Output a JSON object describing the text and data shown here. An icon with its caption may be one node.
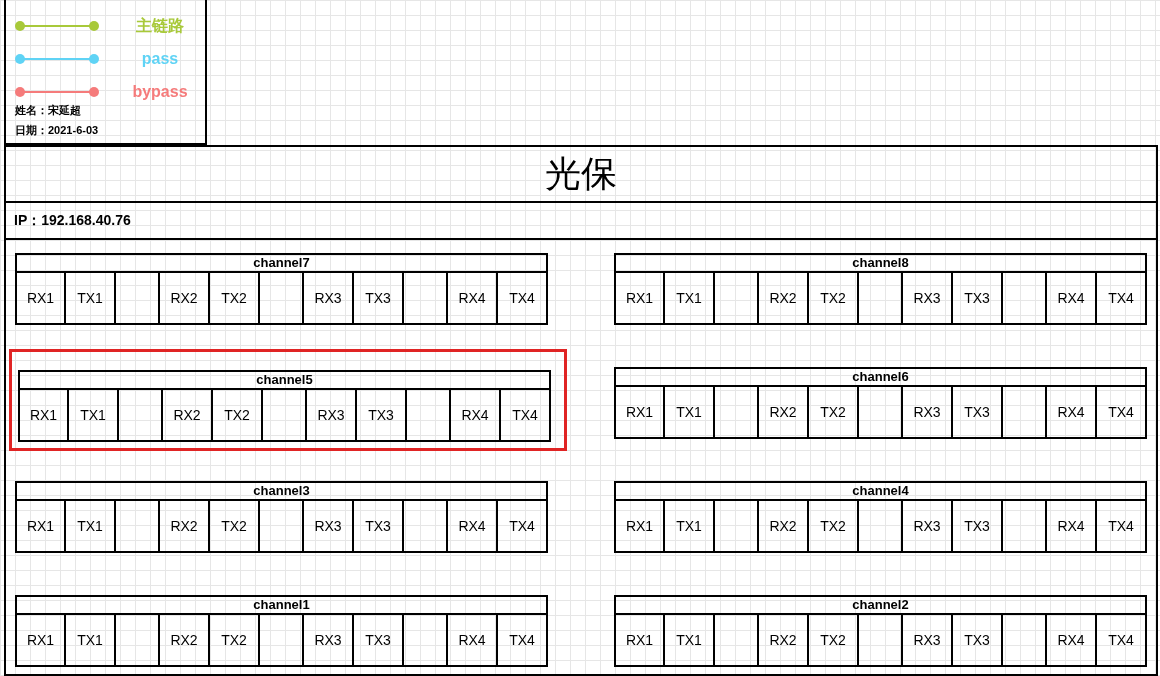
{
  "diagram": {
    "nodes": [
      {
        "text": [
          "光保"
        ]
      },
      {
        "text": [
          "IP：192.168.40.76"
        ]
      },
      {
        "text": [],
        "shape": "box"
      },
      {
        "text": [
          "channel7"
        ]
      },
      {
        "text": [
          "RX1"
        ],
        "in": 3
      },
      {
        "text": [
          "TX1"
        ],
        "in": 3
      },
      {
        "text": [],
        "shape": "box",
        "in": 3
      },
      {
        "text": [
          "RX2"
        ],
        "in": 3
      },
      {
        "text": [
          "TX2"
        ],
        "in": 3
      },
      {
        "text": [],
        "shape": "box",
        "in": 3
      },
      {
        "text": [
          "RX3"
        ],
        "in": 3
      },
      {
        "text": [
          "TX3"
        ],
        "in": 3
      },
      {
        "text": [],
        "shape": "box",
        "in": 3
      },
      {
        "text": [
          "RX4"
        ],
        "in": 3
      },
      {
        "text": [
          "TX4"
        ],
        "in": 3
      },
      {
        "text": [
          "channel8"
        ]
      },
      {
        "text": [
          "RX1"
        ],
        "in": 15
      },
      {
        "text": [
          "TX1"
        ],
        "in": 15
      },
      {
        "text": [],
        "shape": "box",
        "in": 15
      },
      {
        "text": [
          "RX2"
        ],
        "in": 15
      },
      {
        "text": [
          "TX2"
        ],
        "in": 15
      },
      {
        "text": [],
        "shape": "box",
        "in": 15
      },
      {
        "text": [
          "RX3"
        ],
        "in": 15
      },
      {
        "text": [
          "TX3"
        ],
        "in": 15
      },
      {
        "text": [],
        "shape": "box",
        "in": 15
      },
      {
        "text": [
          "RX4"
        ],
        "in": 15
      },
      {
        "text": [
          "TX4"
        ],
        "in": 15
      },
      {
        "text": [
          "channel5"
        ],
        "in": 2
      },
      {
        "text": [
          "RX1"
        ],
        "in": 27
      },
      {
        "text": [
          "TX1"
        ],
        "in": 27
      },
      {
        "text": [],
        "shape": "box",
        "in": 27
      },
      {
        "text": [
          "RX2"
        ],
        "in": 27
      },
      {
        "text": [
          "TX2"
        ],
        "in": 27
      },
      {
        "text": [],
        "shape": "box",
        "in": 27
      },
      {
        "text": [
          "RX3"
        ],
        "in": 27
      },
      {
        "text": [
          "TX3"
        ],
        "in": 27
      },
      {
        "text": [],
        "shape": "box",
        "in": 27
      },
      {
        "text": [
          "RX4"
        ],
        "in": 27
      },
      {
        "text": [
          "TX4"
        ],
        "in": 27
      },
      {
        "text": [
          "channel6"
        ]
      },
      {
        "text": [
          "RX1"
        ],
        "in": 39
      },
      {
        "text": [
          "TX1"
        ],
        "in": 39
      },
      {
        "text": [],
        "shape": "box",
        "in": 39
      },
      {
        "text": [
          "RX2"
        ],
        "in": 39
      },
      {
        "text": [
          "TX2"
        ],
        "in": 39
      },
      {
        "text": [],
        "shape": "box",
        "in": 39
      },
      {
        "text": [
          "RX3"
        ],
        "in": 39
      },
      {
        "text": [
          "TX3"
        ],
        "in": 39
      },
      {
        "text": [],
        "shape": "box",
        "in": 39
      },
      {
        "text": [
          "RX4"
        ],
        "in": 39
      },
      {
        "text": [
          "TX4"
        ],
        "in": 39
      },
      {
        "text": [
          "channel3"
        ]
      },
      {
        "text": [
          "RX1"
        ],
        "in": 51
      },
      {
        "text": [
          "TX1"
        ],
        "in": 51
      },
      {
        "text": [],
        "shape": "box",
        "in": 51
      },
      {
        "text": [
          "RX2"
        ],
        "in": 51
      },
      {
        "text": [
          "TX2"
        ],
        "in": 51
      },
      {
        "text": [],
        "shape": "box",
        "in": 51
      },
      {
        "text": [
          "RX3"
        ],
        "in": 51
      },
      {
        "text": [
          "TX3"
        ],
        "in": 51
      },
      {
        "text": [],
        "shape": "box",
        "in": 51
      },
      {
        "text": [
          "RX4"
        ],
        "in": 51
      },
      {
        "text": [
          "TX4"
        ],
        "in": 51
      },
      {
        "text": [
          "channel4"
        ]
      },
      {
        "text": [
          "RX1"
        ],
        "in": 63
      },
      {
        "text": [
          "TX1"
        ],
        "in": 63
      },
      {
        "text": [],
        "shape": "box",
        "in": 63
      },
      {
        "text": [
          "RX2"
        ],
        "in": 63
      },
      {
        "text": [
          "TX2"
        ],
        "in": 63
      },
      {
        "text": [],
        "shape": "box",
        "in": 63
      },
      {
        "text": [
          "RX3"
        ],
        "in": 63
      },
      {
        "text": [
          "TX3"
        ],
        "in": 63
      },
      {
        "text": [],
        "shape": "box",
        "in": 63
      },
      {
        "text": [
          "RX4"
        ],
        "in": 63
      },
      {
        "text": [
          "TX4"
        ],
        "in": 63
      },
      {
        "text": [
          "channel1"
        ]
      },
      {
        "text": [
          "RX1"
        ],
        "in": 75
      },
      {
        "text": [
          "TX1"
        ],
        "in": 75
      },
      {
        "text": [],
        "shape": "box",
        "in": 75
      },
      {
        "text": [
          "RX2"
        ],
        "in": 75
      },
      {
        "text": [
          "TX2"
        ],
        "in": 75
      },
      {
        "text": [],
        "shape": "box",
        "in": 75
      },
      {
        "text": [
          "RX3"
        ],
        "in": 75
      },
      {
        "text": [
          "TX3"
        ],
        "in": 75
      },
      {
        "text": [],
        "shape": "box",
        "in": 75
      },
      {
        "text": [
          "RX4"
        ],
        "in": 75
      },
      {
        "text": [
          "TX4"
        ],
        "in": 75
      },
      {
        "text": [
          "channel2"
        ]
      },
      {
        "text": [
          "RX1"
        ],
        "in": 87
      },
      {
        "text": [
          "TX1"
        ],
        "in": 87
      },
      {
        "text": [],
        "shape": "box",
        "in": 87
      },
      {
        "text": [
          "RX2"
        ],
        "in": 87
      },
      {
        "text": [
          "TX2"
        ],
        "in": 87
      },
      {
        "text": [],
        "shape": "box",
        "in": 87
      },
      {
        "text": [
          "RX3"
        ],
        "in": 87
      },
      {
        "text": [
          "TX3"
        ],
        "in": 87
      },
      {
        "text": [],
        "shape": "box",
        "in": 87
      },
      {
        "text": [
          "RX4"
        ],
        "in": 87
      },
      {
        "text": [
          "TX4"
        ],
        "in": 87
      }
    ],
    "labels": [
      "姓名：宋延超",
      "日期：2021-6-03"
    ],
    "legend": [
      {
        "text": "主链路"
      },
      {
        "text": "pass"
      },
      {
        "text": "bypass"
      }
    ]
  }
}
